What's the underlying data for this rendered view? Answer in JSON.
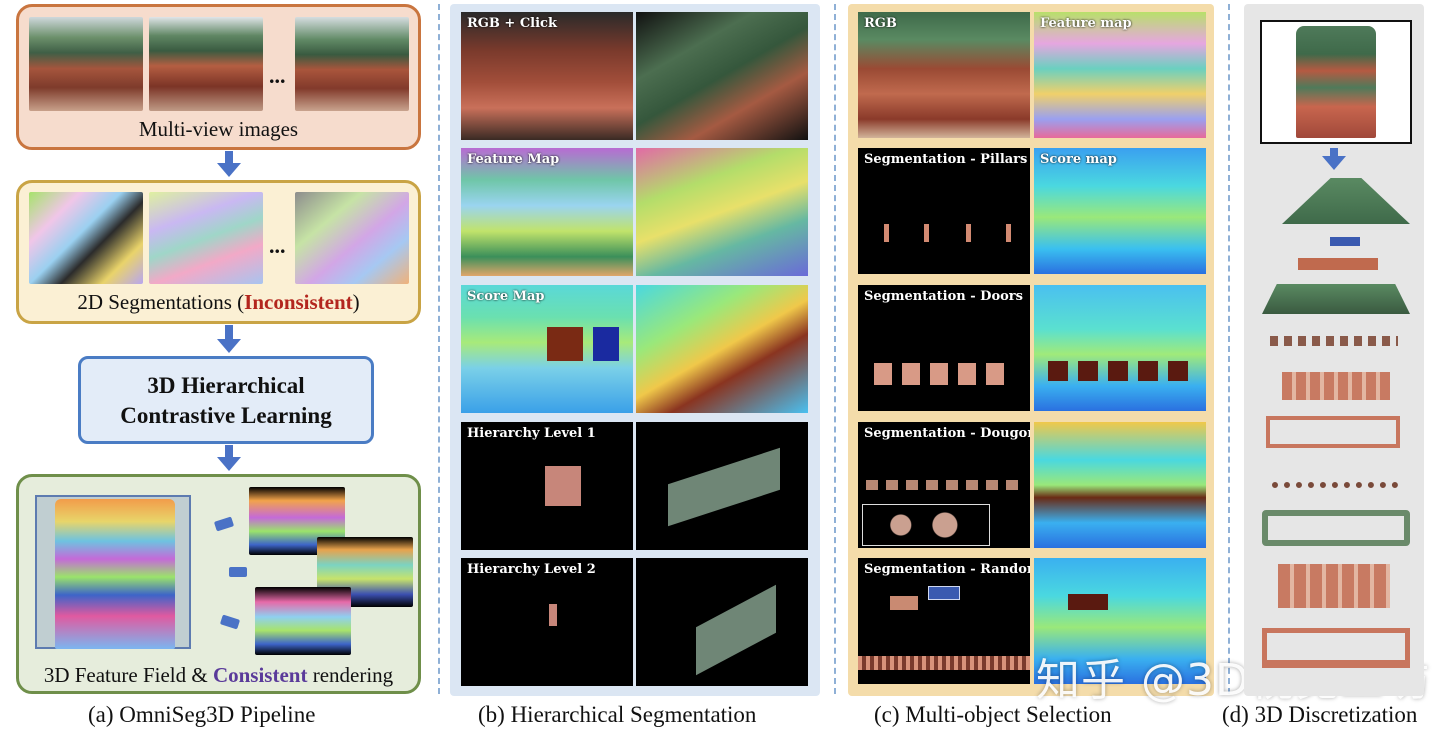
{
  "pipeline": {
    "multiview_label": "Multi-view images",
    "seg_label_prefix": "2D Segmentations (",
    "seg_label_emph": "Inconsistent",
    "seg_label_suffix": ")",
    "hcl_line1": "3D Hierarchical",
    "hcl_line2": "Contrastive Learning",
    "field_label_prefix": "3D Feature Field & ",
    "field_label_emph": "Consistent",
    "field_label_suffix": " rendering",
    "ellipsis": "..."
  },
  "hierarchical": {
    "rows": [
      {
        "label": "RGB + Click"
      },
      {
        "label": "Feature Map"
      },
      {
        "label": "Score Map"
      },
      {
        "label": "Hierarchy Level 1"
      },
      {
        "label": "Hierarchy Level 2"
      }
    ]
  },
  "multiobject": {
    "rows": [
      {
        "left": "RGB",
        "right": "Feature map"
      },
      {
        "left": "Segmentation - Pillars",
        "right": "Score map"
      },
      {
        "left": "Segmentation - Doors",
        "right": ""
      },
      {
        "left": "Segmentation - Dougong",
        "right": ""
      },
      {
        "left": "Segmentation - Random",
        "right": ""
      }
    ]
  },
  "captions": {
    "a": "(a) OmniSeg3D Pipeline",
    "b": "(b) Hierarchical Segmentation",
    "c": "(c) Multi-object Selection",
    "d": "(d) 3D Discretization"
  },
  "watermark": "知乎 @3D视觉工坊",
  "colors": {
    "arrow": "#4a72c6",
    "inconsistent": "#b3261e",
    "consistent": "#5a3a9a"
  }
}
